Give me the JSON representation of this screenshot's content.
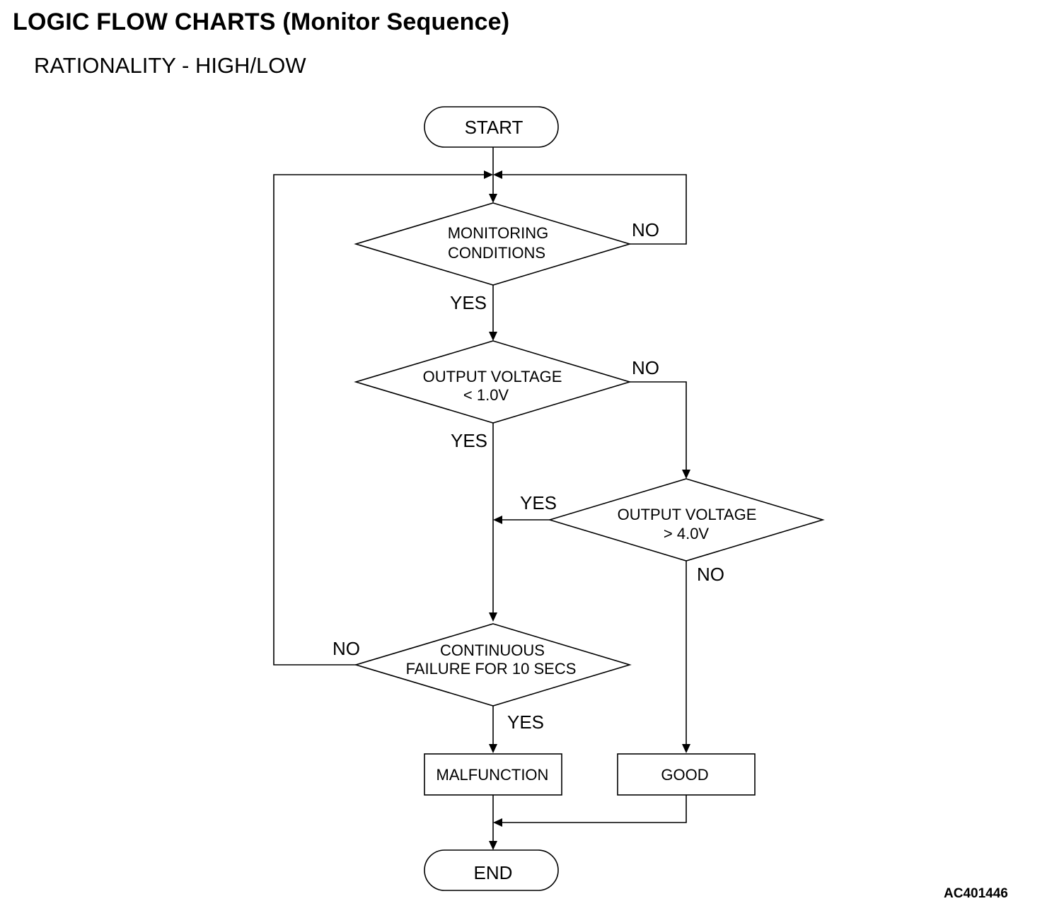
{
  "title": "LOGIC FLOW CHARTS (Monitor Sequence)",
  "subtitle": "RATIONALITY - HIGH/LOW",
  "reference_code": "AC401446",
  "nodes": {
    "start": {
      "label": "START"
    },
    "monitoring": {
      "line1": "MONITORING",
      "line2": "CONDITIONS"
    },
    "voltage_low": {
      "line1": "OUTPUT VOLTAGE",
      "line2": "< 1.0V"
    },
    "voltage_high": {
      "line1": "OUTPUT VOLTAGE",
      "line2": "> 4.0V"
    },
    "continuous": {
      "line1": "CONTINUOUS",
      "line2": "FAILURE FOR 10 SECS"
    },
    "malfunction": {
      "label": "MALFUNCTION"
    },
    "good": {
      "label": "GOOD"
    },
    "end": {
      "label": "END"
    }
  },
  "branch_labels": {
    "monitoring_no": "NO",
    "monitoring_yes": "YES",
    "voltage_low_no": "NO",
    "voltage_low_yes": "YES",
    "voltage_high_yes": "YES",
    "voltage_high_no": "NO",
    "continuous_no": "NO",
    "continuous_yes": "YES"
  }
}
